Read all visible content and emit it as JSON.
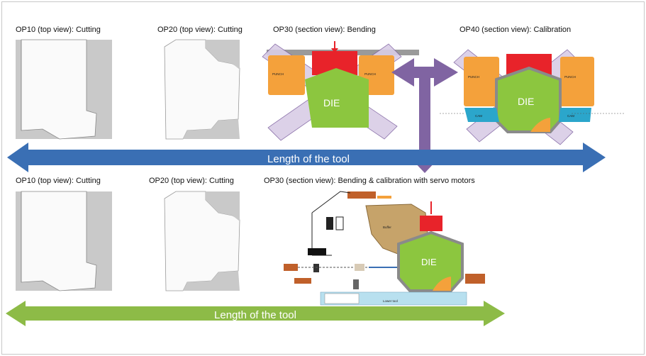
{
  "top_row": {
    "op10_title": "OP10 (top view): Cutting",
    "op20_title": "OP20 (top view): Cutting",
    "op30_title": "OP30 (section view): Bending",
    "op40_title": "OP40 (section view): Calibration",
    "punch_label": "PUNCH",
    "die_label": "DIE",
    "cam_label": "CAM"
  },
  "bottom_row": {
    "op10_title": "OP10 (top view): Cutting",
    "op20_title": "OP20 (top view): Cutting",
    "op30_title": "OP30 (section view): Bending & calibration with servo motors",
    "die_label": "DIE",
    "buffer_label": "Buffer",
    "lower_tool_label": "Lower tool"
  },
  "arrows": {
    "top_length_label": "Length of the tool",
    "bottom_length_label": "Length of the tool"
  },
  "colors": {
    "blue_arrow": "#3a6fb4",
    "green_arrow": "#8dbb47",
    "purple_arrow": "#8064a2",
    "punch": "#f4a13b",
    "die": "#8cc63f",
    "cam": "#2ba6cb",
    "red_block": "#e8232a",
    "sheet_gray": "#c9c9c9",
    "lower_tool": "#b8e0ef"
  }
}
